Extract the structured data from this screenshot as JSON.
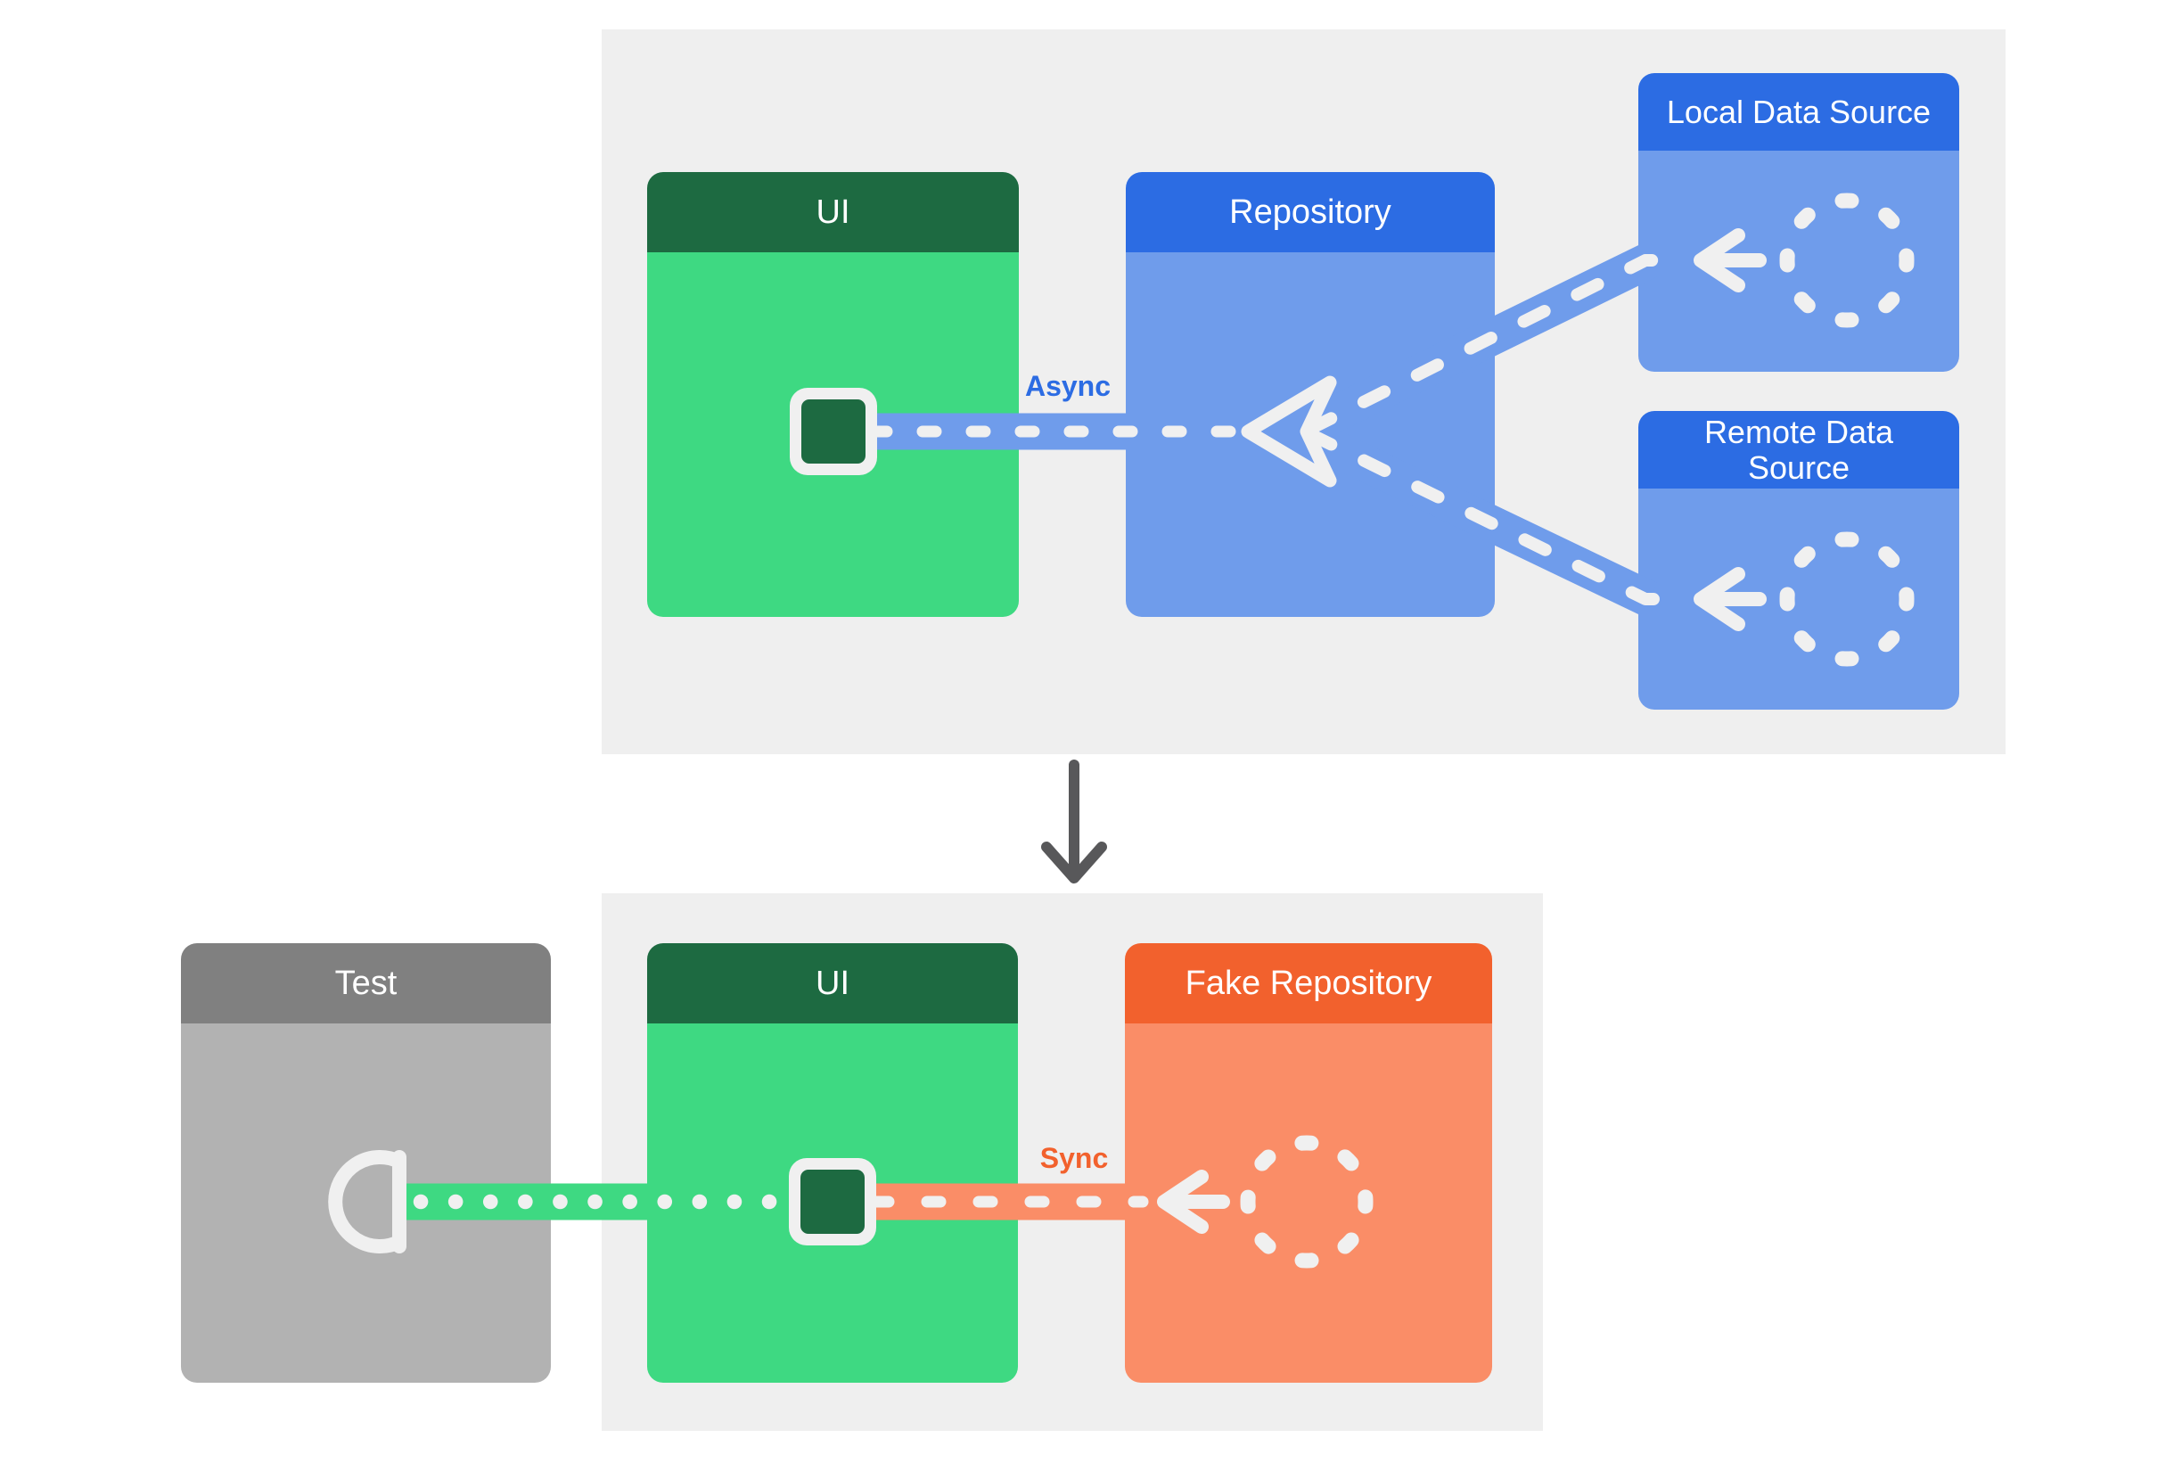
{
  "colors": {
    "panel_bg": "#efefef",
    "page_bg": "#ffffff",
    "green_dark": "#1d6a41",
    "green": "#3ed982",
    "blue_dark": "#2c6ce3",
    "blue": "#6f9ceb",
    "orange_dark": "#f2612d",
    "orange": "#fa8d67",
    "gray_dark": "#808080",
    "gray": "#b2b2b2",
    "icon_white": "#f0f0f0",
    "title_white": "#ffffff",
    "down_arrow": "#58585a"
  },
  "top_diagram": {
    "ui_box": {
      "title": "UI"
    },
    "repository_box": {
      "title": "Repository"
    },
    "local_data_source_box": {
      "title": "Local Data Source"
    },
    "remote_data_source_box": {
      "title": "Remote Data Source"
    },
    "flow_label": "Async"
  },
  "bottom_diagram": {
    "test_box": {
      "title": "Test"
    },
    "ui_box": {
      "title": "UI"
    },
    "fake_repository_box": {
      "title": "Fake Repository"
    },
    "flow_label": "Sync"
  }
}
